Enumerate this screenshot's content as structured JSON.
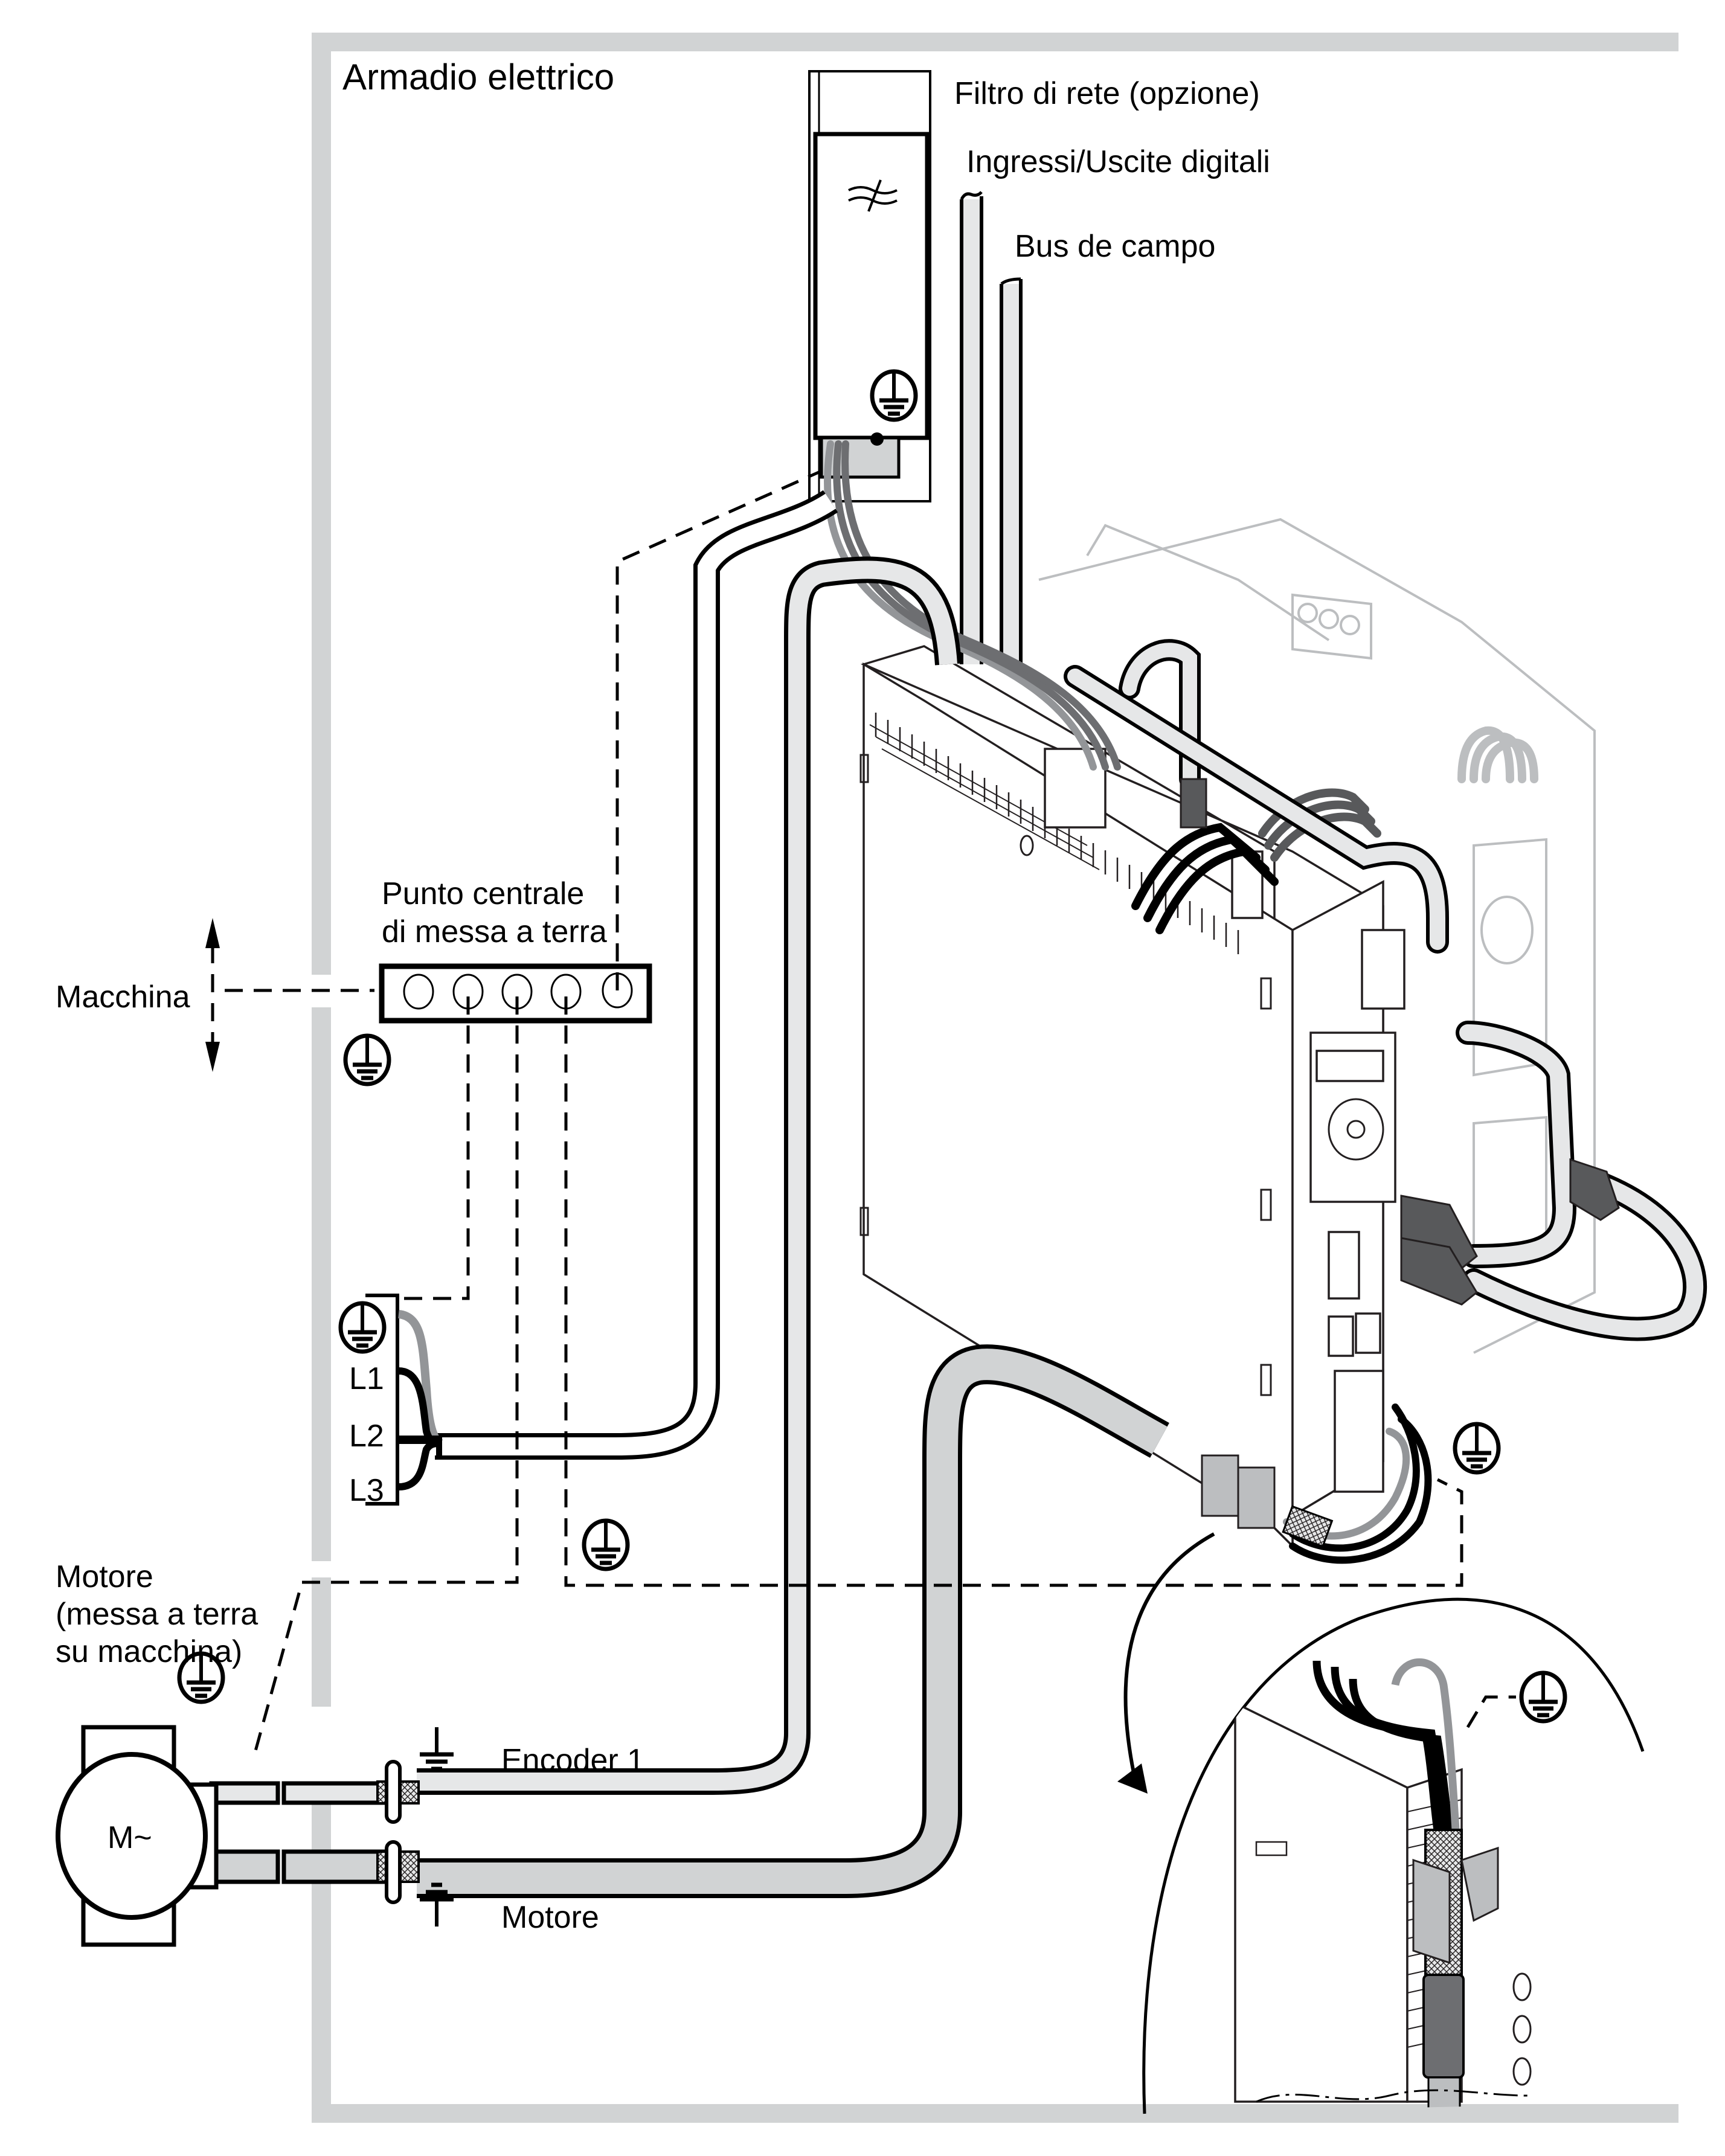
{
  "diagram": {
    "cabinet_label": "Armadio elettrico",
    "labels": {
      "mains_filter": "Filtro di rete (opzione)",
      "digital_io": "Ingressi/Uscite digitali",
      "fieldbus": "Bus de campo",
      "central_ground_line1": "Punto centrale",
      "central_ground_line2": "di messa a terra",
      "machine": "Macchina",
      "l1": "L1",
      "l2": "L2",
      "l3": "L3",
      "motor_ground_line1": "Motore",
      "motor_ground_line2": "(messa a terra",
      "motor_ground_line3": "su macchina)",
      "motor_symbol": "M~",
      "encoder_cable": "Encoder 1",
      "motor_cable": "Motore"
    },
    "colors": {
      "cabinet_wall": "#d1d3d4",
      "cable_light": "#e6e7e8",
      "cable_mid": "#d1d3d4",
      "connector_dark": "#58595b",
      "ghost_outline": "#bcbec0",
      "line": "#000000"
    },
    "icons": [
      "protective-earth-icon",
      "ground-icon",
      "filter-symbol-icon",
      "bidirectional-arrow-icon",
      "curved-arrow-icon"
    ]
  }
}
